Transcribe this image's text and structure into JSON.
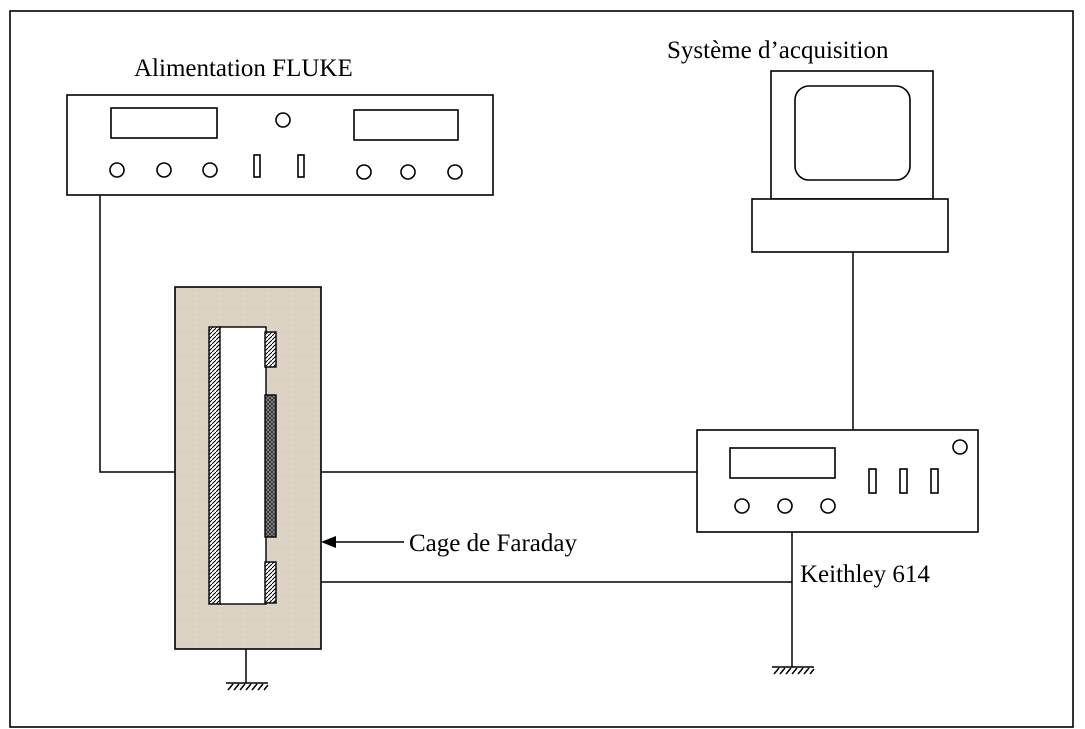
{
  "labels": {
    "power_supply": "Alimentation FLUKE",
    "acquisition": "Système d’acquisition",
    "faraday_cage": "Cage de Faraday",
    "electrometer": "Keithley 614"
  },
  "colors": {
    "line": "#000000",
    "cage_fill": "#ddd3c4",
    "electrode_fill": "#9a9a9a",
    "background": "#ffffff"
  },
  "icons": {
    "ground": "ground-symbol",
    "arrow": "arrow-left-icon"
  }
}
